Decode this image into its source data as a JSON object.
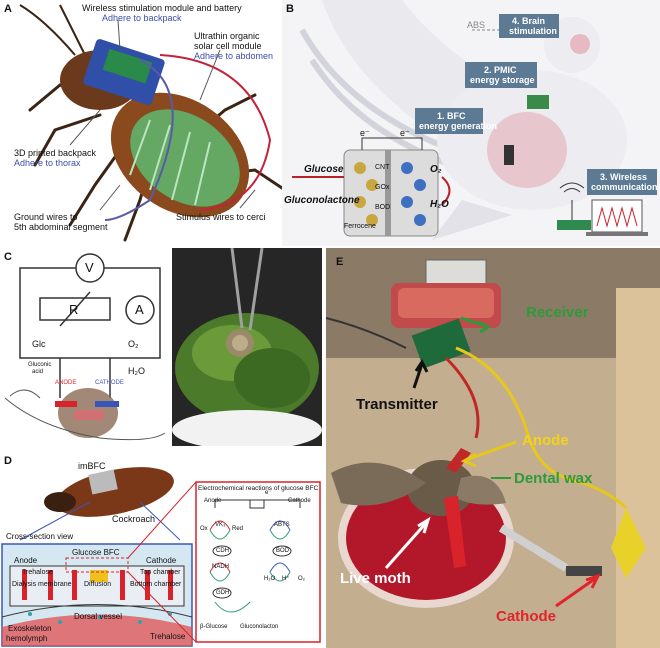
{
  "panels": {
    "A": {
      "label": "A",
      "wireless_module": "Wireless stimulation module and battery",
      "wireless_module_sub": "Adhere to backpack",
      "solar_cell": "Ultrathin organic",
      "solar_cell_2": "solar cell module",
      "solar_cell_sub": "Adhere to abdomen",
      "backpack": "3D printed backpack",
      "backpack_sub": "Adhere to thorax",
      "ground_wires": "Ground wires to",
      "ground_wires_2": "5th abdominal segment",
      "stimulus_wires": "Stimulus wires to cerci"
    },
    "B": {
      "label": "B",
      "abs": "ABS",
      "brain_1": "4. Brain",
      "brain_2": "stimulation",
      "pmic_1": "2. PMIC",
      "pmic_2": "energy storage",
      "bfc_1": "1. BFC",
      "bfc_2": "energy generation",
      "wireless_1": "3. Wireless",
      "wireless_2": "communication",
      "glucose": "Glucose",
      "gluconolactone": "Gluconolactone",
      "o2": "O₂",
      "h2o": "H₂O",
      "cnt": "CNT",
      "gox": "GOx",
      "bod": "BOD",
      "ferrocene": "Ferrocene",
      "e1": "e⁻",
      "e2": "e⁻"
    },
    "C": {
      "label": "C",
      "v": "V",
      "r": "R",
      "a": "A",
      "glc": "Glc",
      "o2": "O₂",
      "h2o": "H₂O",
      "gluconic_1": "Gluconic",
      "gluconic_2": "acid",
      "anode": "ANODE",
      "cathode": "CATHODE"
    },
    "D": {
      "label": "D",
      "imbfc": "imBFC",
      "cockroach": "Cockroach",
      "cross_section": "Cross-section view",
      "glucose_bfc": "Glucose BFC",
      "anode": "Anode",
      "cathode": "Cathode",
      "top_chamber": "Top chamber",
      "bottom_chamber": "Bottom chamber",
      "trehalose": "Trehalose",
      "trehalose_2": "Trehalose",
      "diffusion": "Diffusion",
      "dialysis": "Dialysis membrane",
      "dorsal": "Dorsal vessel",
      "exoskeleton": "Exoskeleton",
      "hemolymph": "hemolymph",
      "reactions_title": "Electrochemical reactions of glucose BFC",
      "r_anode": "Anode",
      "r_cathode": "Cathode",
      "ox": "Ox",
      "vk3": "VK₃",
      "red": "Red",
      "abts": "ABTS",
      "cdh": "CDH",
      "bod": "BOD",
      "nadh": "NADH",
      "h2o": "H₂O",
      "hplus": "H⁺",
      "o2": "O₂",
      "gdh": "GDH",
      "beta_glucose": "β-Glucose",
      "gluconolacton": "Gluconolacton",
      "e_minus": "e⁻"
    },
    "E": {
      "label": "E",
      "receiver": "Receiver",
      "transmitter": "Transmitter",
      "anode": "Anode",
      "dental_wax": "Dental wax",
      "live_moth": "Live moth",
      "cathode": "Cathode"
    }
  },
  "colors": {
    "label_blue": "#3a4fa8",
    "receiver_green": "#2e9a3a",
    "anode_yellow": "#f2d31b",
    "cathode_red": "#e0242a",
    "wax_red": "#b3172a",
    "moss_green": "#4a7a2a",
    "box_slate": "#5d7a94"
  }
}
